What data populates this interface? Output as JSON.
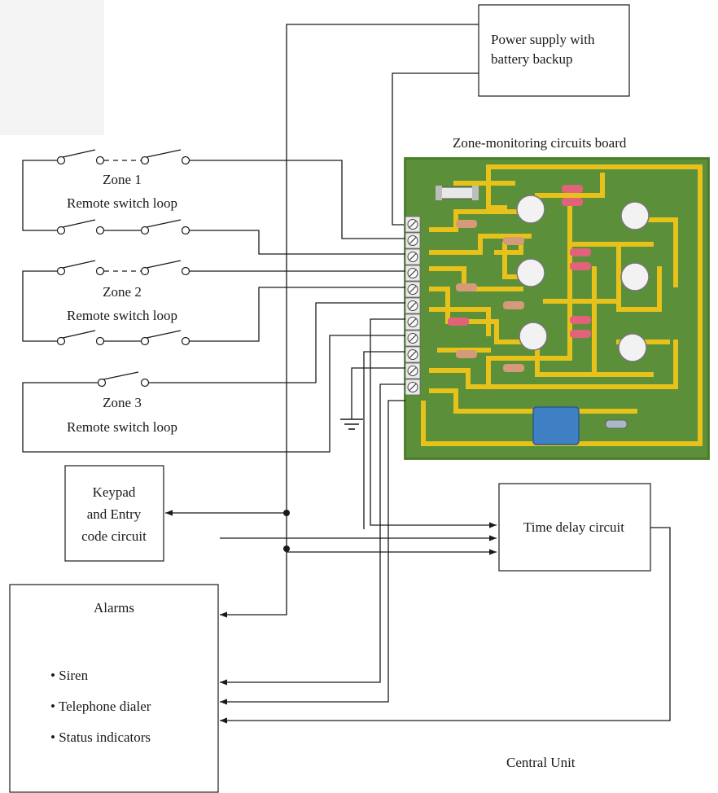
{
  "power_supply": {
    "line1": "Power supply with",
    "line2": "battery backup"
  },
  "board": {
    "title": "Zone-monitoring circuits board",
    "terminal_count": 11
  },
  "zones": [
    {
      "name": "Zone 1",
      "sub": "Remote switch loop"
    },
    {
      "name": "Zone 2",
      "sub": "Remote switch loop"
    },
    {
      "name": "Zone 3",
      "sub": "Remote switch loop"
    }
  ],
  "keypad": {
    "line1": "Keypad",
    "line2": "and Entry",
    "line3": "code circuit"
  },
  "time_delay": {
    "label": "Time delay circuit"
  },
  "alarms": {
    "title": "Alarms",
    "items": [
      "• Siren",
      "• Telephone dialer",
      "• Status indicators"
    ]
  },
  "central_unit": {
    "label": "Central Unit"
  },
  "colors": {
    "board": "#5c8f3a",
    "trace": "#e8c21a",
    "wire": "#1a1a1a"
  }
}
